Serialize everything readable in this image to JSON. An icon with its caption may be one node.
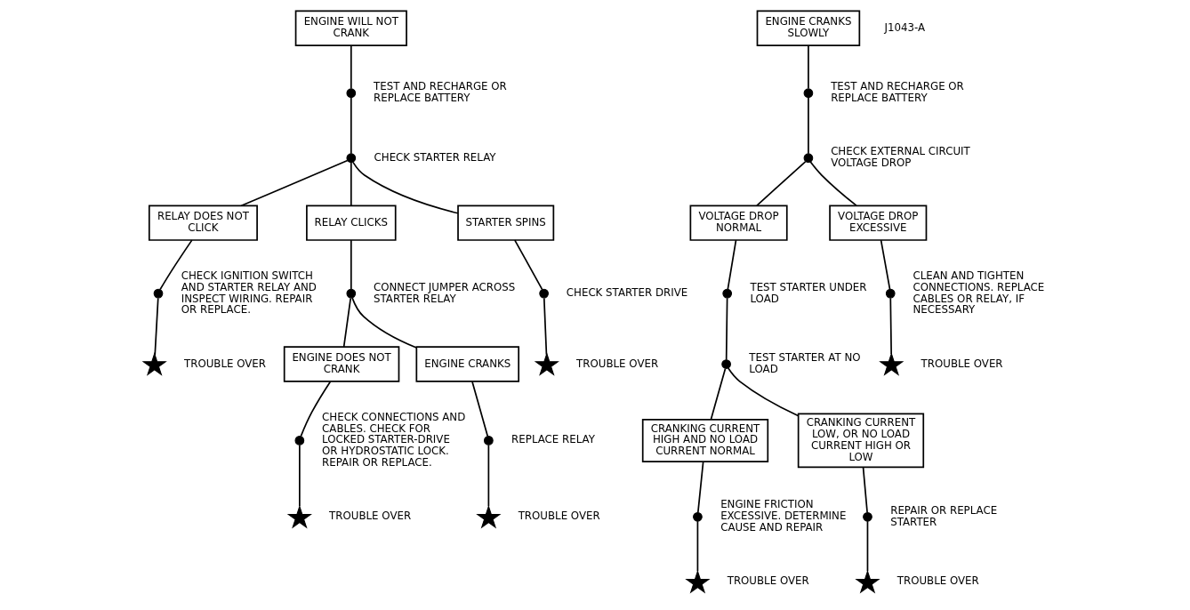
{
  "diagram": {
    "nodes": [
      {
        "text": [
          "ENGINE WILL NOT CRANK"
        ]
      },
      {
        "text": [],
        "shape": "circle",
        "beside": [
          "TEST AND RECHARGE OR REPLACE BATTERY"
        ]
      },
      {
        "text": [],
        "shape": "circle",
        "beside": [
          "CHECK STARTER RELAY"
        ]
      },
      {
        "text": [
          "RELAY DOES NOT CLICK"
        ]
      },
      {
        "text": [
          "RELAY CLICKS"
        ]
      },
      {
        "text": [
          "STARTER SPINS"
        ]
      },
      {
        "text": [],
        "shape": "circle",
        "beside": [
          "CHECK IGNITION SWITCH AND STARTER RELAY AND INSPECT WIRING. REPAIR OR REPLACE."
        ]
      },
      {
        "text": [],
        "shape": "star",
        "beside": [
          "TROUBLE OVER"
        ]
      },
      {
        "text": [],
        "shape": "circle",
        "beside": [
          "CONNECT JUMPER ACROSS STARTER RELAY"
        ]
      },
      {
        "text": [],
        "shape": "circle",
        "beside": [
          "CHECK STARTER DRIVE"
        ]
      },
      {
        "text": [],
        "shape": "star",
        "beside": [
          "TROUBLE OVER"
        ]
      },
      {
        "text": [
          "ENGINE DOES NOT CRANK"
        ]
      },
      {
        "text": [
          "ENGINE CRANKS"
        ]
      },
      {
        "text": [],
        "shape": "circle",
        "beside": [
          "CHECK CONNECTIONS AND CABLES. CHECK FOR LOCKED STARTER-DRIVE OR HYDROSTATIC LOCK. REPAIR OR REPLACE."
        ]
      },
      {
        "text": [],
        "shape": "star",
        "beside": [
          "TROUBLE OVER"
        ]
      },
      {
        "text": [],
        "shape": "circle",
        "beside": [
          "REPLACE RELAY"
        ]
      },
      {
        "text": [],
        "shape": "star",
        "beside": [
          "TROUBLE OVER"
        ]
      },
      {
        "text": [
          "ENGINE CRANKS SLOWLY"
        ]
      },
      {
        "text": [],
        "shape": "circle",
        "beside": [
          "TEST AND RECHARGE OR REPLACE BATTERY"
        ]
      },
      {
        "text": [],
        "shape": "circle",
        "beside": [
          "CHECK EXTERNAL CIRCUIT VOLTAGE DROP"
        ]
      },
      {
        "text": [
          "VOLTAGE DROP NORMAL"
        ]
      },
      {
        "text": [
          "VOLTAGE DROP EXCESSIVE"
        ]
      },
      {
        "text": [],
        "shape": "circle",
        "beside": [
          "TEST STARTER UNDER LOAD"
        ]
      },
      {
        "text": [],
        "shape": "circle",
        "beside": [
          "TEST STARTER AT NO LOAD"
        ]
      },
      {
        "text": [],
        "shape": "circle",
        "beside": [
          "CLEAN AND TIGHTEN CONNECTIONS. REPLACE CABLES OR RELAY, IF NECESSARY"
        ]
      },
      {
        "text": [],
        "shape": "star",
        "beside": [
          "TROUBLE OVER"
        ]
      },
      {
        "text": [
          "CRANKING CURRENT HIGH AND NO LOAD CURRENT NORMAL"
        ]
      },
      {
        "text": [
          "CRANKING CURRENT LOW, OR NO LOAD CURRENT HIGH OR LOW"
        ]
      },
      {
        "text": [],
        "shape": "circle",
        "beside": [
          "ENGINE FRICTION EXCESSIVE. DETERMINE CAUSE AND REPAIR"
        ]
      },
      {
        "text": [],
        "shape": "star",
        "beside": [
          "TROUBLE OVER"
        ]
      },
      {
        "text": [],
        "shape": "circle",
        "beside": [
          "REPAIR OR REPLACE STARTER"
        ]
      },
      {
        "text": [],
        "shape": "star",
        "beside": [
          "TROUBLE OVER"
        ]
      }
    ],
    "edges": [
      {
        "from": 0,
        "to": 1,
        "arrow": "none"
      },
      {
        "from": 1,
        "to": 2,
        "arrow": "none"
      },
      {
        "from": 2,
        "to": 3,
        "arrow": "none"
      },
      {
        "from": 2,
        "to": 4,
        "arrow": "none"
      },
      {
        "from": 2,
        "to": 5,
        "arrow": "none"
      },
      {
        "from": 3,
        "to": 6,
        "arrow": "none"
      },
      {
        "from": 6,
        "to": 7,
        "arrow": "none"
      },
      {
        "from": 4,
        "to": 8,
        "arrow": "none"
      },
      {
        "from": 5,
        "to": 9,
        "arrow": "none"
      },
      {
        "from": 9,
        "to": 10,
        "arrow": "none"
      },
      {
        "from": 8,
        "to": 11,
        "arrow": "none"
      },
      {
        "from": 8,
        "to": 12,
        "arrow": "none"
      },
      {
        "from": 11,
        "to": 13,
        "arrow": "none"
      },
      {
        "from": 13,
        "to": 14,
        "arrow": "none"
      },
      {
        "from": 12,
        "to": 15,
        "arrow": "none"
      },
      {
        "from": 15,
        "to": 16,
        "arrow": "none"
      },
      {
        "from": 17,
        "to": 18,
        "arrow": "none"
      },
      {
        "from": 18,
        "to": 19,
        "arrow": "none"
      },
      {
        "from": 19,
        "to": 20,
        "arrow": "none"
      },
      {
        "from": 19,
        "to": 21,
        "arrow": "none"
      },
      {
        "from": 20,
        "to": 22,
        "arrow": "none"
      },
      {
        "from": 22,
        "to": 23,
        "arrow": "none"
      },
      {
        "from": 23,
        "to": 26,
        "arrow": "none"
      },
      {
        "from": 23,
        "to": 27,
        "arrow": "none"
      },
      {
        "from": 21,
        "to": 24,
        "arrow": "none"
      },
      {
        "from": 24,
        "to": 25,
        "arrow": "none"
      },
      {
        "from": 26,
        "to": 28,
        "arrow": "none"
      },
      {
        "from": 28,
        "to": 29,
        "arrow": "none"
      },
      {
        "from": 27,
        "to": 30,
        "arrow": "none"
      },
      {
        "from": 30,
        "to": 31,
        "arrow": "none"
      }
    ],
    "labels": [
      "J1043-A"
    ]
  }
}
